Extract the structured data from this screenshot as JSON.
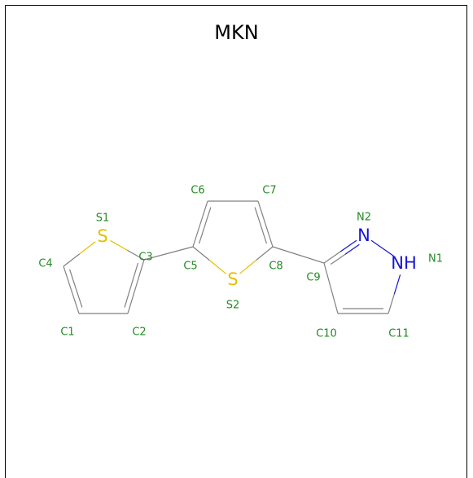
{
  "title": "MKN",
  "colors": {
    "bond": "#808080",
    "label": "#228B22",
    "sulfur": "#E5C000",
    "nitrogen": "#1414D6",
    "frame": "#000000"
  },
  "atoms": [
    {
      "id": "S1",
      "symbol": "S",
      "label": "S1"
    },
    {
      "id": "C1",
      "symbol": "",
      "label": "C1"
    },
    {
      "id": "C2",
      "symbol": "",
      "label": "C2"
    },
    {
      "id": "C3",
      "symbol": "",
      "label": "C3"
    },
    {
      "id": "C4",
      "symbol": "",
      "label": "C4"
    },
    {
      "id": "C5",
      "symbol": "",
      "label": "C5"
    },
    {
      "id": "C6",
      "symbol": "",
      "label": "C6"
    },
    {
      "id": "C7",
      "symbol": "",
      "label": "C7"
    },
    {
      "id": "C8",
      "symbol": "",
      "label": "C8"
    },
    {
      "id": "S2",
      "symbol": "S",
      "label": "S2"
    },
    {
      "id": "C9",
      "symbol": "",
      "label": "C9"
    },
    {
      "id": "N2",
      "symbol": "N",
      "label": "N2"
    },
    {
      "id": "N1",
      "symbol": "NH",
      "label": "N1"
    },
    {
      "id": "C11",
      "symbol": "",
      "label": "C11"
    },
    {
      "id": "C10",
      "symbol": "",
      "label": "C10"
    }
  ],
  "bonds": [
    {
      "a": "S1",
      "b": "C3",
      "order": 1
    },
    {
      "a": "S1",
      "b": "C4",
      "order": 1
    },
    {
      "a": "C4",
      "b": "C1",
      "order": 2
    },
    {
      "a": "C1",
      "b": "C2",
      "order": 1
    },
    {
      "a": "C2",
      "b": "C3",
      "order": 2
    },
    {
      "a": "C3",
      "b": "C5",
      "order": 1
    },
    {
      "a": "C5",
      "b": "C6",
      "order": 2
    },
    {
      "a": "C6",
      "b": "C7",
      "order": 1
    },
    {
      "a": "C7",
      "b": "C8",
      "order": 2
    },
    {
      "a": "C8",
      "b": "S2",
      "order": 1
    },
    {
      "a": "S2",
      "b": "C5",
      "order": 1
    },
    {
      "a": "C8",
      "b": "C9",
      "order": 1
    },
    {
      "a": "C9",
      "b": "N2",
      "order": 2
    },
    {
      "a": "N2",
      "b": "N1",
      "order": 1
    },
    {
      "a": "N1",
      "b": "C11",
      "order": 1
    },
    {
      "a": "C11",
      "b": "C10",
      "order": 2
    },
    {
      "a": "C10",
      "b": "C9",
      "order": 1
    }
  ]
}
